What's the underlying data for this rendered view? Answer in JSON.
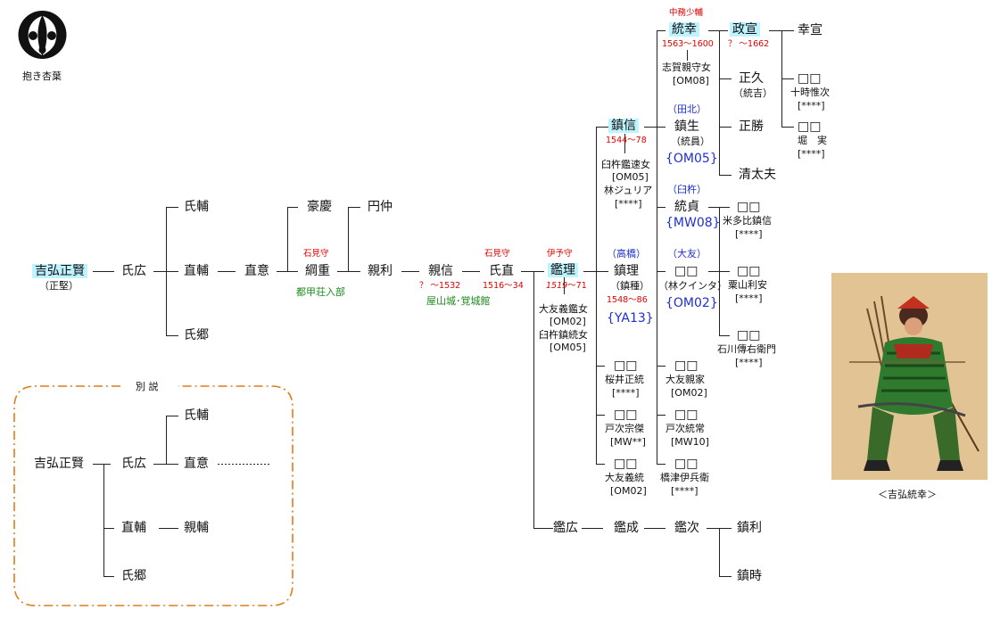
{
  "kamon_label": "抱き杏葉",
  "portrait_caption": "＜吉弘統幸＞",
  "alt_title": "別 説",
  "names": {
    "masakata": "吉弘正賢",
    "masakata_alt": "（正堅）",
    "ujihiro": "氏広",
    "ujisuke": "氏輔",
    "naosuke": "直輔",
    "ujisato": "氏郷",
    "naoi": "直意",
    "gokei": "豪慶",
    "tsunashige": "綱重",
    "tsunashige_title": "石見守",
    "tsunashige_place": "都甲荘入部",
    "enchu": "円仲",
    "chikatoshi": "親利",
    "chikanobu": "親信",
    "chikanobu_years": "？ ～1532",
    "ujinao": "氏直",
    "ujinao_title": "石見守",
    "ujinao_years": "1516～34",
    "ujinao_place": "屋山城･覚城館",
    "akimasa": "鑑理",
    "akimasa_title": "伊予守",
    "akimasa_years_a": "1519",
    "akimasa_years_b": "～71",
    "akimasa_wife1": "大友義鑑女",
    "akimasa_wife1_code": "[OM02]",
    "akimasa_wife2": "臼杵鎮続女",
    "akimasa_wife2_code": "[OM05]",
    "shigenobu": "鎮信",
    "shigenobu_years": "1544～78",
    "shigenobu_wife1": "臼杵鑑速女",
    "shigenobu_wife1_code": "[OM05]",
    "shigenobu_wife2": "林ジュリア",
    "shigenobu_wife2_code": "[****]",
    "muneyuki": "統幸",
    "muneyuki_title": "中務少輔",
    "muneyuki_years": "1563～1600",
    "muneyuki_wife": "志賀親守女",
    "muneyuki_wife_code": "[OM08]",
    "masanobu": "政宣",
    "masanobu_years": "？ ～1662",
    "yukinobu": "幸宣",
    "masahisa": "正久",
    "masahisa_alt": "（統吉）",
    "box_a": "□□",
    "box_a_sub": "十時惟次",
    "box_a_code": "[****]",
    "box_b": "□□",
    "box_b_sub": "堀　実",
    "box_b_code": "[****]",
    "masakatsu": "正勝",
    "taharakita": "（田北）",
    "shigenari": "鎮生",
    "shigenari_alt": "（統員）",
    "shigenari_code": "{OM05}",
    "seidayu": "清太夫",
    "usuki": "（臼杵）",
    "munesada": "統貞",
    "munesada_code": "{MW08}",
    "box_c": "□□",
    "box_c_sub": "米多比鎮信",
    "box_c_code": "[****]",
    "takahashi": "（高橋）",
    "shigetane": "鎮理",
    "shigetane_alt": "（鎮種）",
    "shigetane_years": "1548～86",
    "shigetane_code": "{YA13}",
    "otomo": "（大友）",
    "box_d": "□□",
    "box_d_alt": "（林クインタ）",
    "box_d_code": "{OM02}",
    "box_e": "□□",
    "box_e_sub": "粟山利安",
    "box_e_code": "[****]",
    "box_f": "□□",
    "box_f_sub": "石川傳右衛門",
    "box_f_code": "[****]",
    "box_g": "□□",
    "box_g_sub": "桜井正統",
    "box_g_code": "[****]",
    "box_h": "□□",
    "box_h_sub": "戸次宗傑",
    "box_h_code": "[MW**]",
    "box_i": "□□",
    "box_i_sub": "大友義統",
    "box_i_code": "[OM02]",
    "box_j": "□□",
    "box_j_sub": "大友親家",
    "box_j_code": "[OM02]",
    "box_k": "□□",
    "box_k_sub": "戸次統常",
    "box_k_code": "[MW10]",
    "box_l": "□□",
    "box_l_sub": "橋津伊兵衛",
    "box_l_code": "[****]",
    "akihiro": "鑑広",
    "akinari": "鑑成",
    "akitsugu": "鑑次",
    "shigetoshi": "鎮利",
    "shigetoki": "鎮時"
  },
  "alt": {
    "masakata": "吉弘正賢",
    "ujihiro": "氏広",
    "ujisuke": "氏輔",
    "naoi": "直意",
    "naosuke": "直輔",
    "chikasuke": "親輔",
    "ujisato": "氏郷"
  },
  "colors": {
    "highlight": "#bff3ff",
    "title_red": "#e00000",
    "place_green": "#1c8a1c",
    "code_blue": "#1f2fd0",
    "alt_border": "#e07b1a"
  }
}
